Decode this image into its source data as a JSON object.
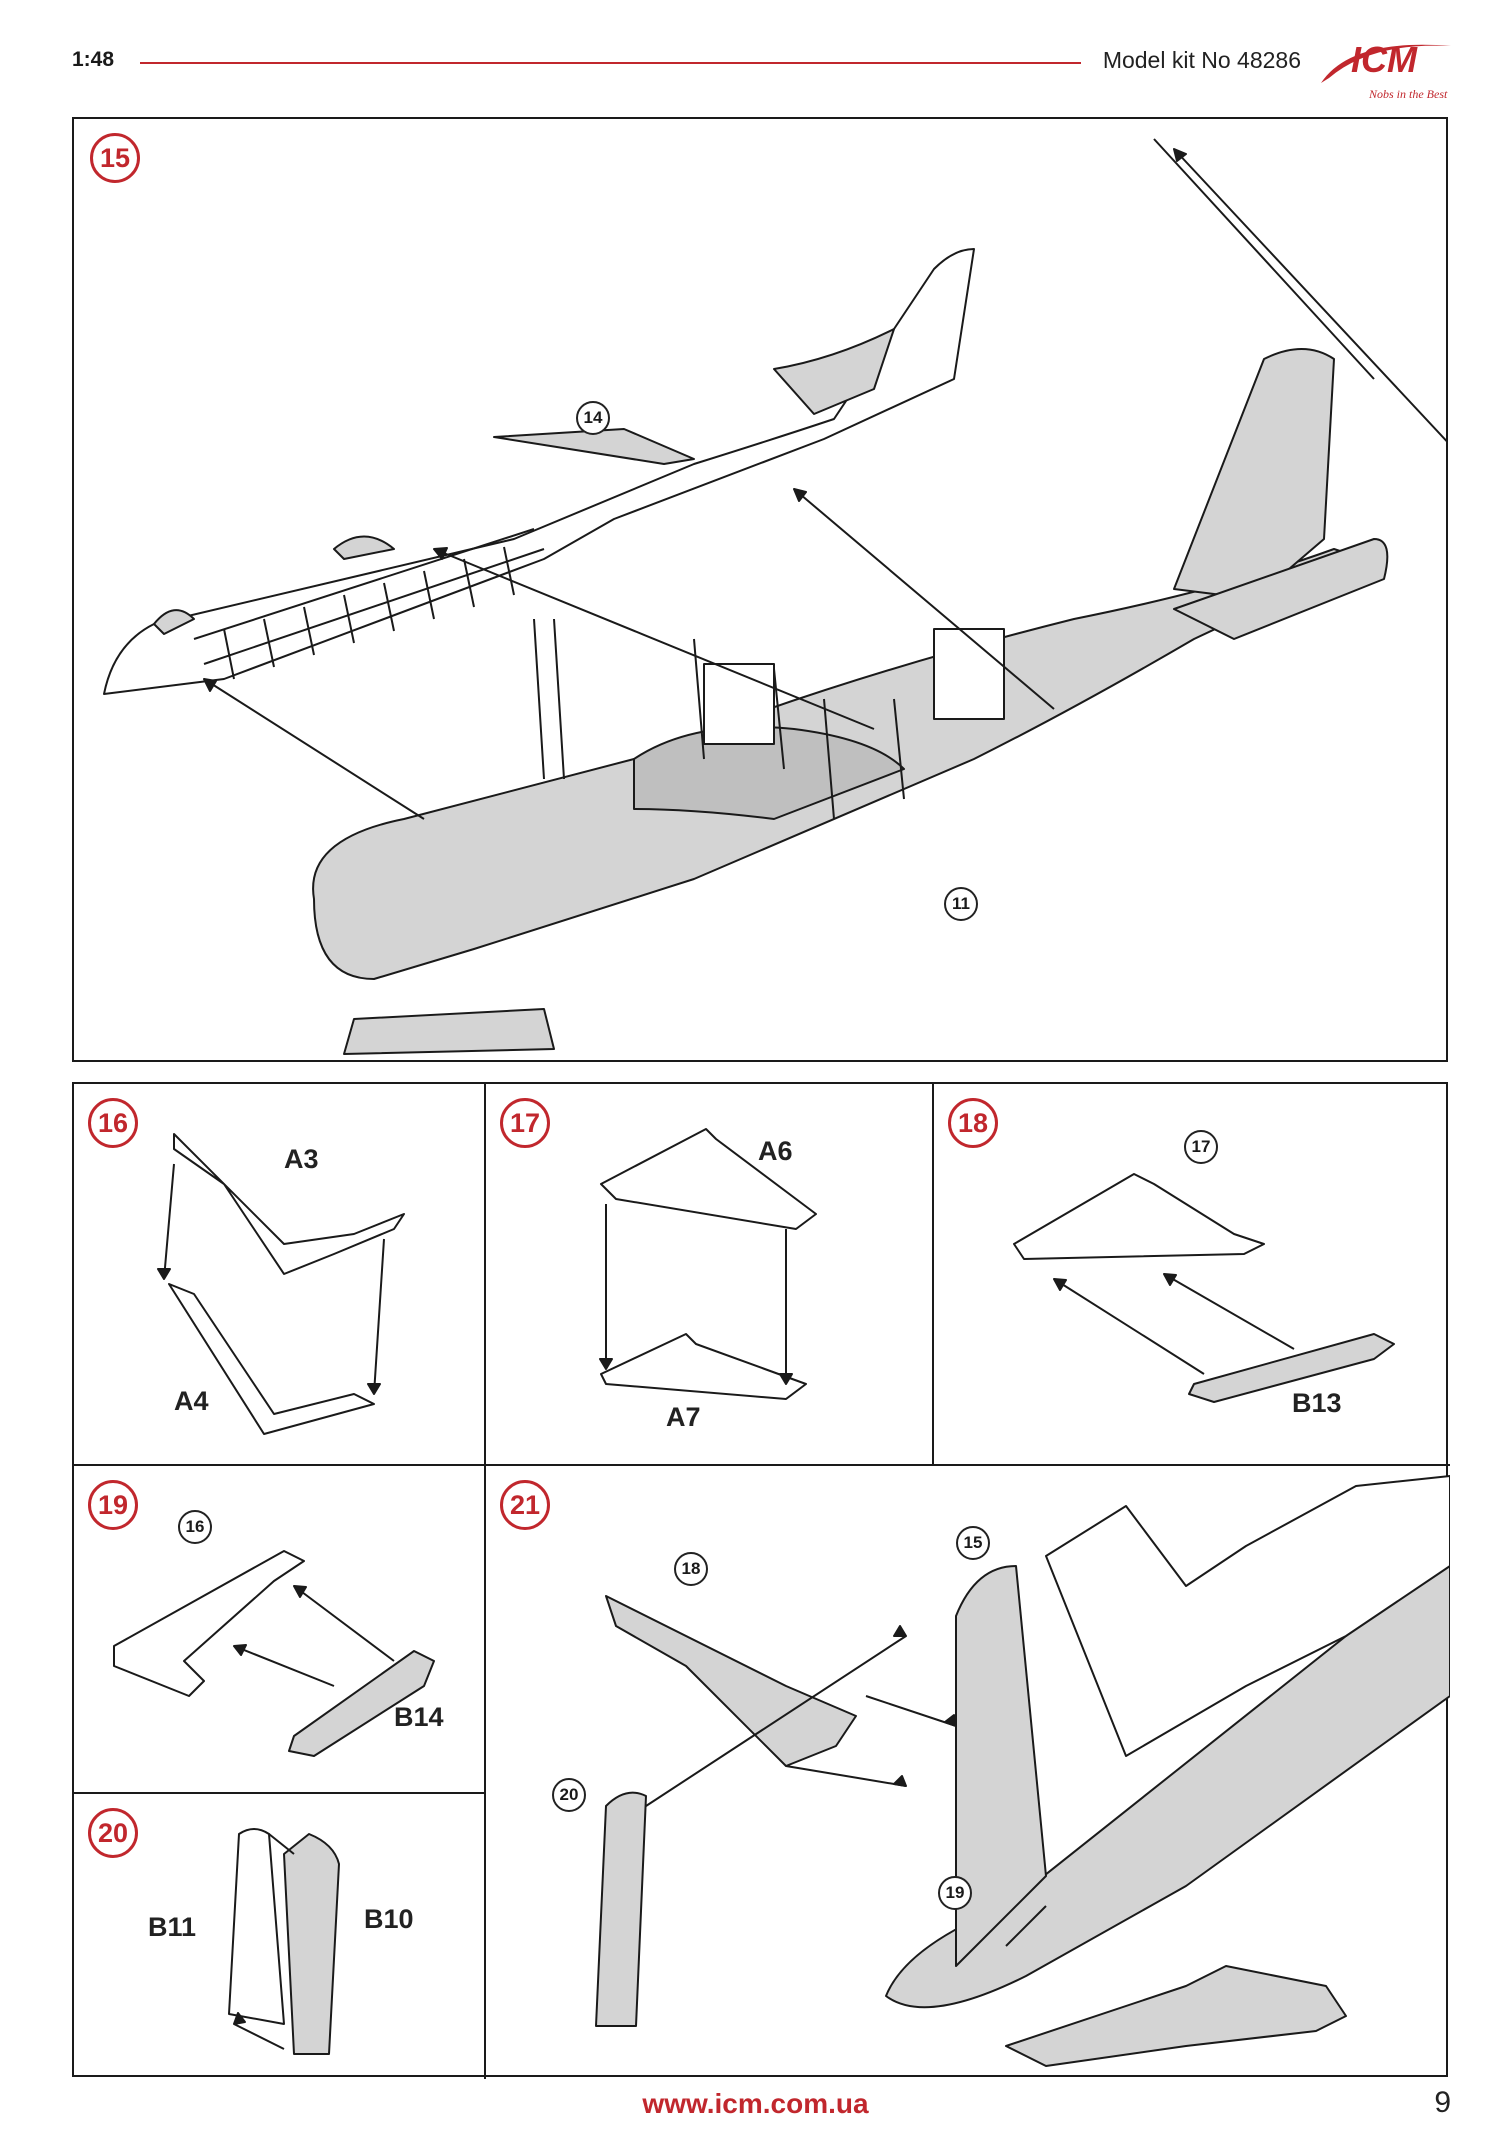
{
  "header": {
    "scale": "1:48",
    "kit_number": "Model kit No 48286",
    "logo_text": "ICM",
    "logo_tagline": "Nobs in the Best"
  },
  "steps": {
    "s15": {
      "number": "15",
      "refs": [
        "14",
        "11"
      ]
    },
    "s16": {
      "number": "16",
      "parts": [
        "A3",
        "A4"
      ]
    },
    "s17": {
      "number": "17",
      "parts": [
        "A6",
        "A7"
      ]
    },
    "s18": {
      "number": "18",
      "refs": [
        "17"
      ],
      "parts": [
        "B13"
      ]
    },
    "s19": {
      "number": "19",
      "refs": [
        "16"
      ],
      "parts": [
        "B14"
      ]
    },
    "s20": {
      "number": "20",
      "parts": [
        "B11",
        "B10"
      ]
    },
    "s21": {
      "number": "21",
      "refs": [
        "18",
        "15",
        "20",
        "19"
      ]
    }
  },
  "footer": {
    "url": "www.icm.com.ua",
    "page": "9"
  },
  "colors": {
    "accent_red": "#c1272d",
    "gray_fill": "#d4d4d4",
    "line": "#1a1a1a"
  }
}
